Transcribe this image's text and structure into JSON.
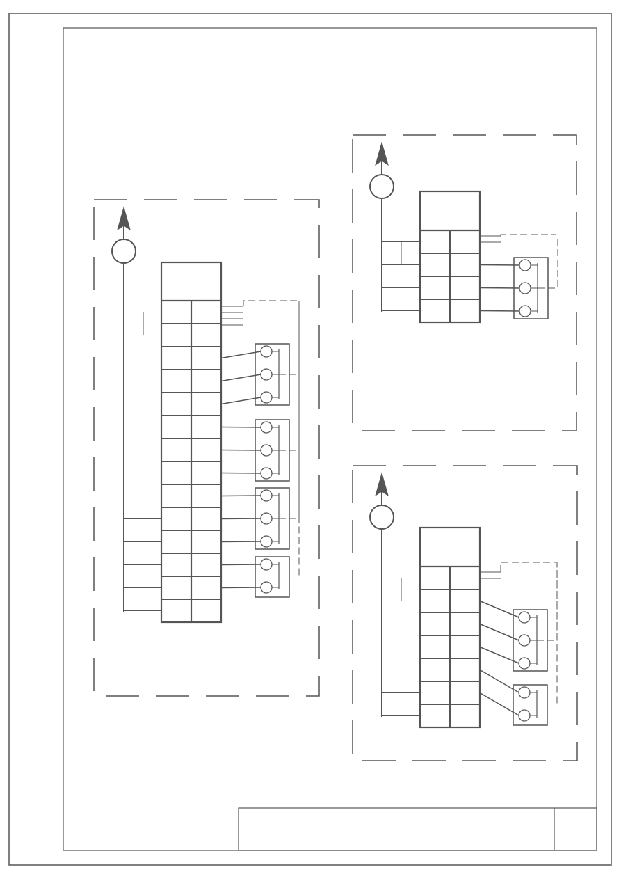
{
  "drawing": {
    "title_block": {
      "text": "",
      "sheet": ""
    }
  },
  "panels": [
    {
      "id": "left-panel",
      "rows": 14,
      "block_groups": [
        3,
        3,
        3,
        2
      ],
      "rx_pairs": 2
    },
    {
      "id": "top-right-panel",
      "rows": 4,
      "block_groups": [
        3
      ],
      "rx_pairs": 1
    },
    {
      "id": "bottom-right-panel",
      "rows": 7,
      "block_groups": [
        3,
        2
      ],
      "rx_pairs": 1
    }
  ],
  "colors": {
    "line": "#555555",
    "paper": "#ffffff"
  }
}
